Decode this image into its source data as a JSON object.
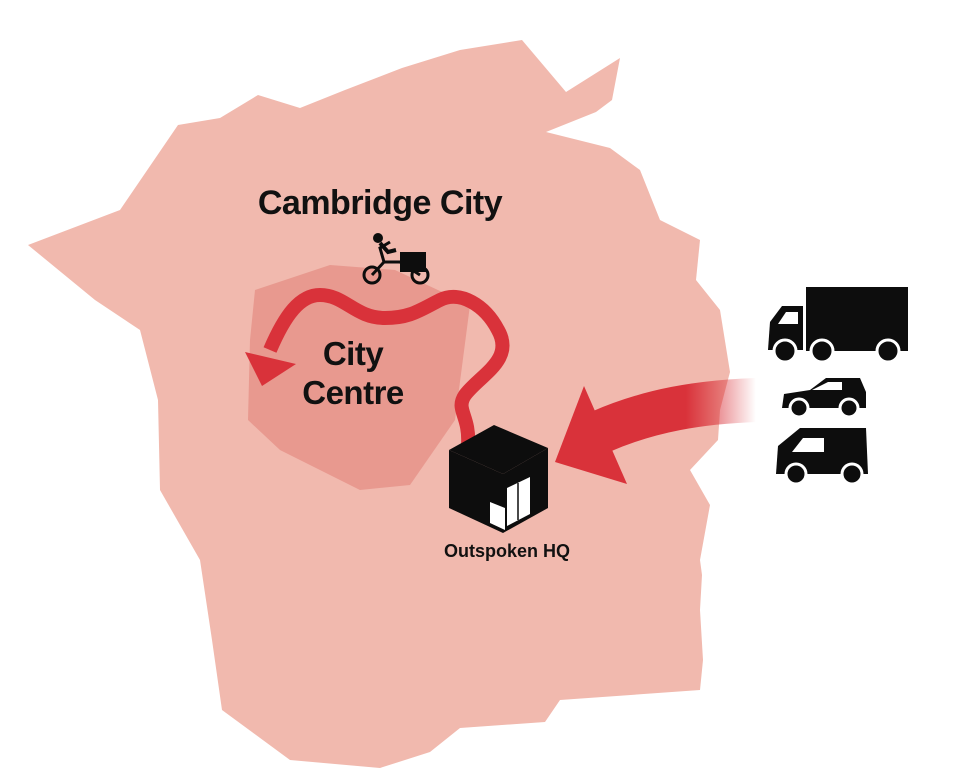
{
  "map": {
    "region_label": "Cambridge City",
    "centre_label_line1": "City",
    "centre_label_line2": "Centre",
    "hq_label": "Outspoken HQ"
  },
  "colors": {
    "region_fill": "#f1b9ae",
    "centre_fill": "#e6938a",
    "route_red": "#d9323a",
    "icon_black": "#0d0d0d",
    "door_white": "#ffffff"
  },
  "icons": {
    "cargo_bike": "cargo-bike-icon",
    "warehouse": "warehouse-icon",
    "lorry": "lorry-icon",
    "car": "car-icon",
    "van": "van-icon"
  }
}
